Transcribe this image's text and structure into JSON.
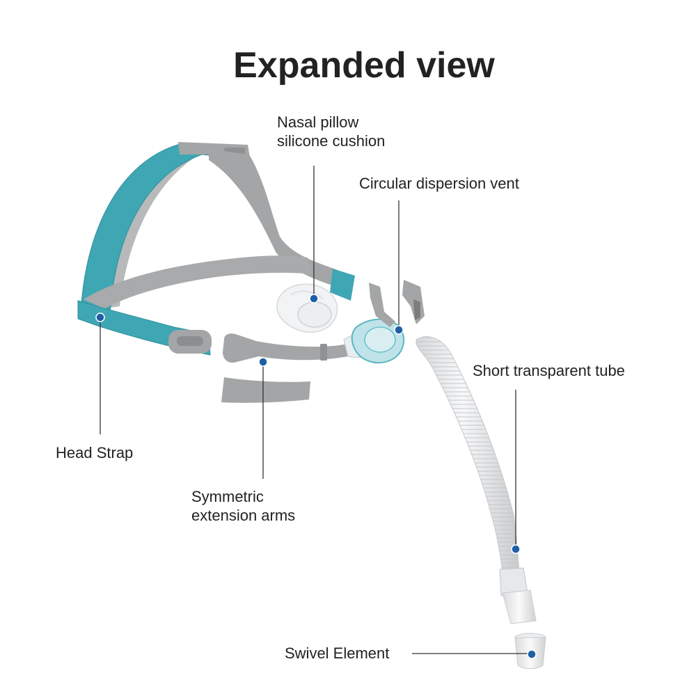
{
  "title": "Expanded view",
  "accent_color": "#3fa7b4",
  "strap_gray": "#a3a5a6",
  "marker_color": "#1f5fa8",
  "labels": {
    "nasal_pillow": [
      "Nasal pillow",
      "silicone cushion"
    ],
    "vent": "Circular dispersion vent",
    "tube": "Short transparent tube",
    "head_strap": "Head Strap",
    "arms": [
      "Symmetric",
      "extension arms"
    ],
    "swivel": "Swivel Element"
  }
}
